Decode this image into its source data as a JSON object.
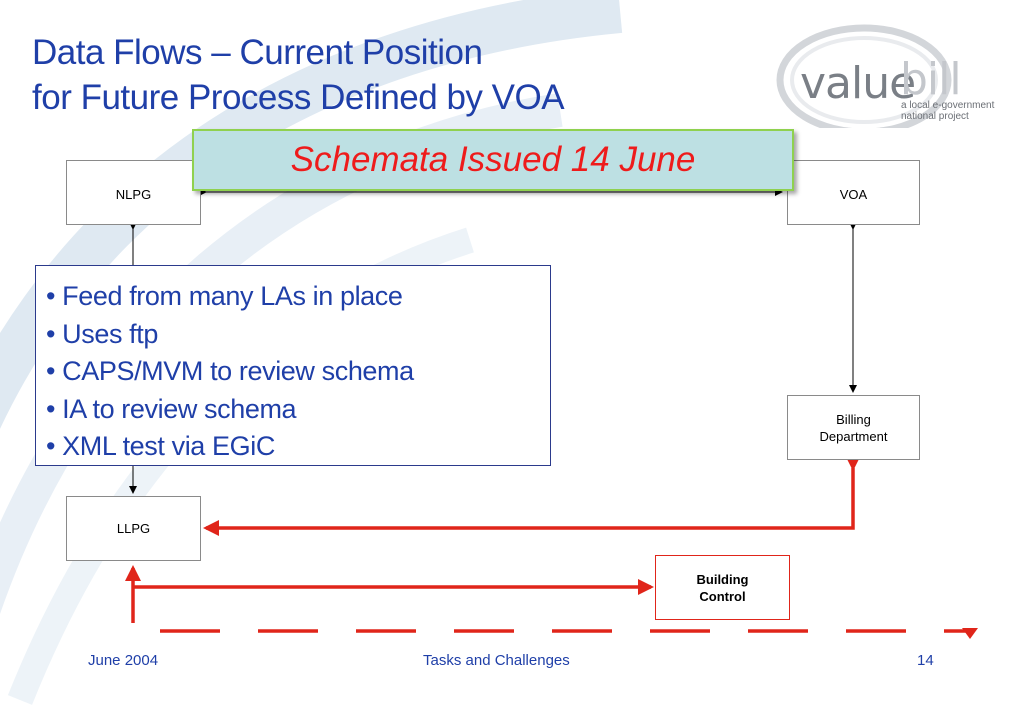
{
  "slide": {
    "title_line1": "Data Flows – Current Position",
    "title_line2": "for Future Process Defined by VOA",
    "banner": "Schemata Issued 14 June"
  },
  "logo": {
    "word_value": "value",
    "word_bill": "bill",
    "tagline_line1": "a local e-government",
    "tagline_line2": "national project"
  },
  "boxes": {
    "nlpg": "NLPG",
    "voa": "VOA",
    "billing": "Billing\nDepartment",
    "llpg": "LLPG",
    "building_control": "Building\nControl"
  },
  "bullets": [
    "Feed from many LAs in place",
    "Uses ftp",
    "CAPS/MVM to review schema",
    "IA to review schema",
    "XML test via EGiC"
  ],
  "footer": {
    "date": "June 2004",
    "center": "Tasks and Challenges",
    "page": "14"
  },
  "colors": {
    "title": "#1f3fa8",
    "banner_text": "#ee1b1b",
    "banner_fill": "#bde0e3",
    "banner_border": "#8fd14f",
    "red_flow": "#e0251a"
  }
}
